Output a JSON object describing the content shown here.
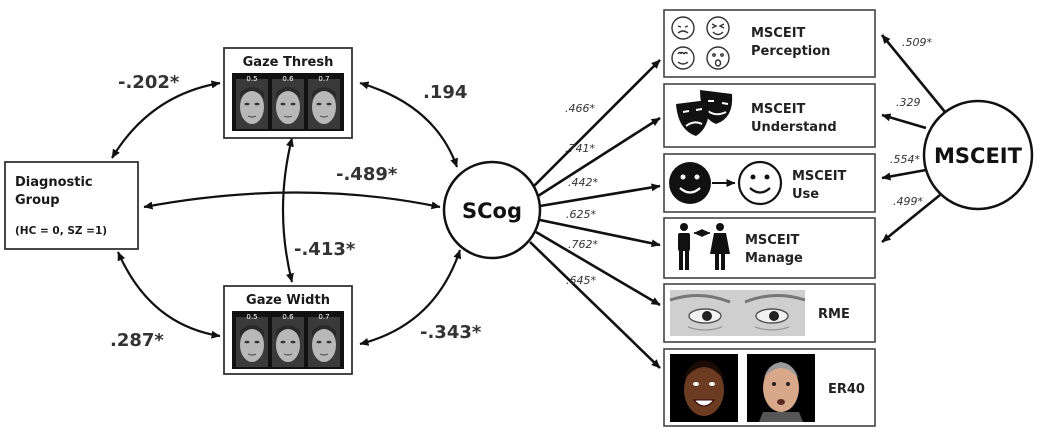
{
  "nodes": {
    "diagnostic": {
      "line1": "Diagnostic",
      "line2": "Group",
      "line3": "(HC = 0, SZ =1)"
    },
    "gaze_thresh": {
      "title": "Gaze Thresh",
      "captions": [
        "0.5",
        "0.6",
        "0.7"
      ]
    },
    "gaze_width": {
      "title": "Gaze Width",
      "captions": [
        "0.5",
        "0.6",
        "0.7"
      ]
    },
    "scog": {
      "title": "SCog"
    },
    "msceit": {
      "title": "MSCEIT"
    }
  },
  "indicators": [
    {
      "line1": "MSCEIT",
      "line2": "Perception",
      "icon": "emotion-faces-icon"
    },
    {
      "line1": "MSCEIT",
      "line2": "Understand",
      "icon": "theater-masks-icon"
    },
    {
      "line1": "MSCEIT",
      "line2": "Use",
      "icon": "sad-to-happy-icon"
    },
    {
      "line1": "MSCEIT",
      "line2": "Manage",
      "icon": "two-people-icon"
    },
    {
      "line1": "RME",
      "line2": "",
      "icon": "eyes-photo"
    },
    {
      "line1": "ER40",
      "line2": "",
      "icon": "face-photos"
    }
  ],
  "paths": {
    "diag_thresh": "-.202*",
    "thresh_scog": ".194",
    "diag_scog": "-.489*",
    "thresh_width": "-.413*",
    "diag_width": ".287*",
    "width_scog": "-.343*"
  },
  "scog_loadings": [
    ".466*",
    ".741*",
    ".442*",
    ".625*",
    ".762*",
    ".645*"
  ],
  "msceit_loadings": [
    ".509*",
    ".329",
    ".554*",
    ".499*"
  ],
  "colors": {
    "stroke": "#111111",
    "text": "#333333",
    "panel_border": "#444444"
  }
}
